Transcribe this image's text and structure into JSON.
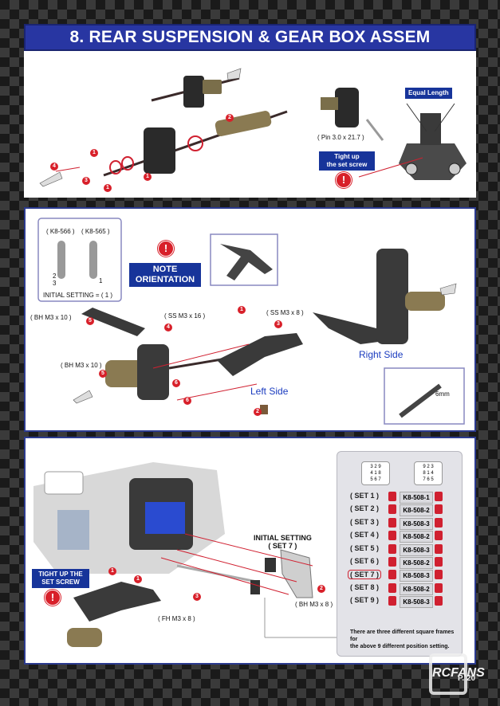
{
  "page": {
    "title": "8. REAR SUSPENSION & GEAR BOX ASSEM",
    "page_number": "P. 20",
    "watermark": "RCFANS"
  },
  "step1": {
    "pin_label": "( Pin 3.0 x 21.7 )",
    "equal_length": "Equal Length",
    "tight_up": "Tight up\nthe set screw",
    "callouts": [
      "1",
      "2",
      "1",
      "1",
      "3",
      "4"
    ]
  },
  "step2": {
    "part_left": "( K8-566 )",
    "part_right": "( K8-565 )",
    "holes_left": [
      "2",
      "3"
    ],
    "holes_right": "1",
    "initial_setting": "INITIAL SETTING = ( 1 )",
    "note": "NOTE\nORIENTATION",
    "screw_bh_top": "( BH M3 x 10 )",
    "screw_bh_bottom": "( BH M3 x 10 )",
    "screw_ss16": "( SS M3 x 16 )",
    "screw_ss8": "( SS M3 x 8 )",
    "left_side": "Left Side",
    "right_side": "Right Side",
    "gap": "6mm",
    "callouts": [
      "5",
      "5",
      "4",
      "1",
      "3",
      "6",
      "6",
      "2"
    ]
  },
  "step3": {
    "tight_up": "TIGHT UP THE\nSET SCREW",
    "initial_setting": "INITIAL SETTING\n( SET 7 )",
    "screw_fh": "( FH M3 x 8 )",
    "screw_bh": "( BH M3 x 8 )",
    "frame_left": [
      "3 2 9",
      "4 1 8",
      "5 6 7"
    ],
    "frame_right": [
      "9 2 3",
      "8 1 4",
      "7 6 5"
    ],
    "sets": [
      {
        "name": "( SET 1 )",
        "part": "K8-508-1"
      },
      {
        "name": "( SET 2 )",
        "part": "K8-508-2"
      },
      {
        "name": "( SET 3 )",
        "part": "K8-508-3"
      },
      {
        "name": "( SET 4 )",
        "part": "K8-508-2"
      },
      {
        "name": "( SET 5 )",
        "part": "K8-508-3"
      },
      {
        "name": "( SET 6 )",
        "part": "K8-508-2"
      },
      {
        "name": "( SET 7 )",
        "part": "K8-508-3"
      },
      {
        "name": "( SET 8 )",
        "part": "K8-508-2"
      },
      {
        "name": "( SET 9 )",
        "part": "K8-508-3"
      }
    ],
    "note": "There are three different  square frames for\nthe above 9 different position setting.",
    "callouts": [
      "1",
      "1",
      "3",
      "2"
    ]
  },
  "colors": {
    "title_bg": "#2836a2",
    "accent_red": "#d8202a",
    "tag_blue": "#17349a"
  }
}
